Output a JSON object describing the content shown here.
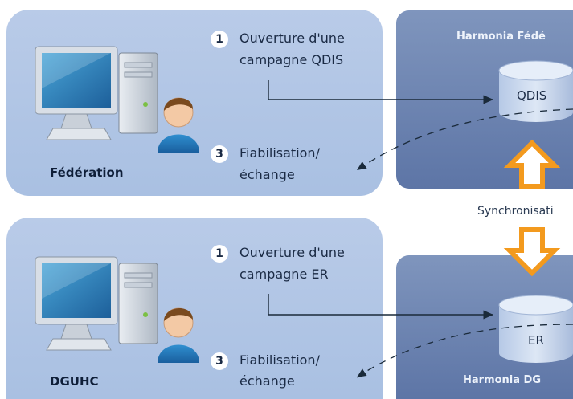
{
  "federation": {
    "entity": "Fédération",
    "step1": {
      "number": "1",
      "line1": "Ouverture d'une",
      "line2": "campagne QDIS"
    },
    "step3": {
      "number": "3",
      "line1": "Fiabilisation/",
      "line2": "échange"
    }
  },
  "dguhc": {
    "entity": "DGUHC",
    "step1": {
      "number": "1",
      "line1": "Ouverture d'une",
      "line2": "campagne ER"
    },
    "step3": {
      "number": "3",
      "line1": "Fiabilisation/",
      "line2": "échange"
    }
  },
  "server_top": {
    "title": "Harmonia Fédé",
    "db_label": "QDIS"
  },
  "server_bottom": {
    "title": "Harmonia DG",
    "db_label": "ER"
  },
  "sync_label": "Synchronisati",
  "colors": {
    "panel": "#b0c5e5",
    "server": "#6d84b2",
    "arrow_orange": "#f39a1e",
    "db": "#c9daf0"
  },
  "icons": [
    "computer-icon",
    "user-icon",
    "database-icon",
    "up-arrow-icon",
    "down-arrow-icon"
  ]
}
